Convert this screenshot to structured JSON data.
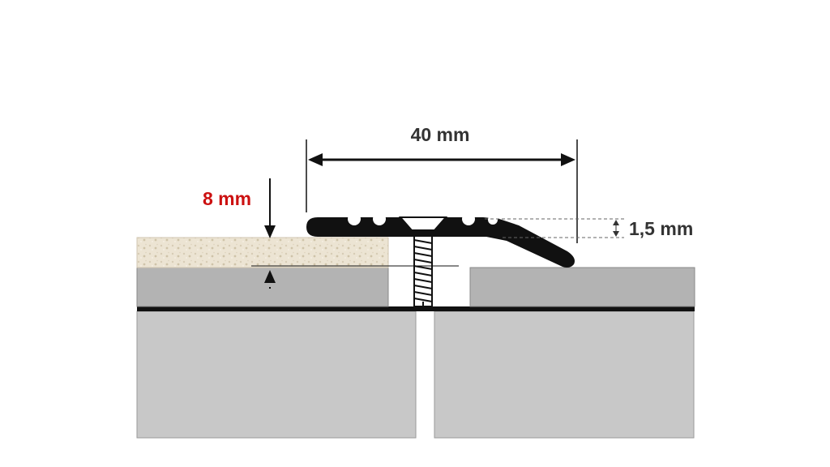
{
  "dimensions": {
    "width_label": "40 mm",
    "height_label": "8 mm",
    "thickness_label": "1,5 mm"
  },
  "colors": {
    "background": "#ffffff",
    "profile": "#111111",
    "floor_slab": "#c8c8c8",
    "floor_top": "#b3b3b3",
    "carpet": "#ece4d3",
    "highlight_label": "#cc1111",
    "label": "#333333"
  }
}
